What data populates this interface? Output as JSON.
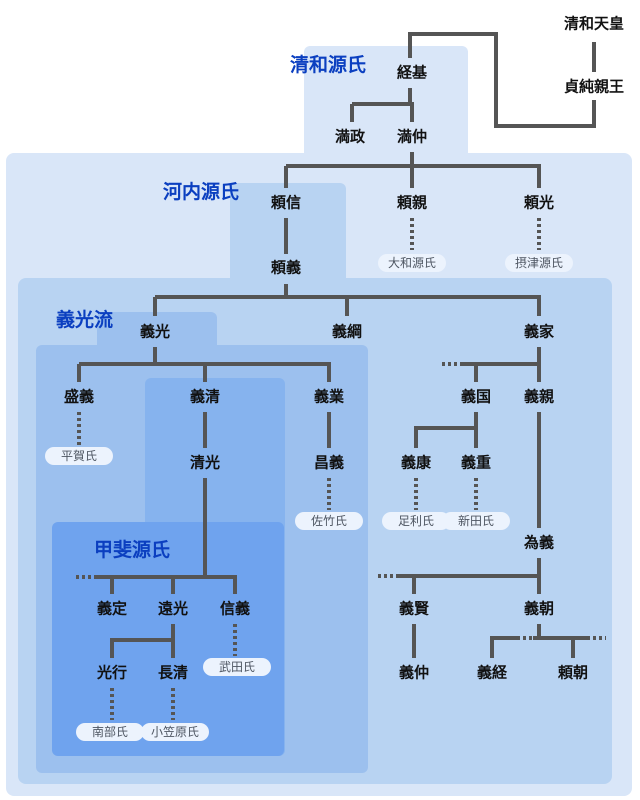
{
  "title": "",
  "colors": {
    "seiwa_bg": "#d9e6f8",
    "kawachi_bg": "#b8d3f2",
    "gikoryu_bg": "#9cc0ee",
    "gikoryu_inner": "#86b3ee",
    "kai_bg": "#6fa3ee",
    "line": "#555555",
    "title_text": "#0b3fc0",
    "badge_bg": "#ecf3fd"
  },
  "regions": {
    "seiwa": "清和源氏",
    "kawachi": "河内源氏",
    "gikoryu": "義光流",
    "kai": "甲斐源氏"
  },
  "people": {
    "seiwa_tenno": "清和天皇",
    "sadazumi": "貞純親王",
    "tsunemoto": "経基",
    "mitsumasa": "満政",
    "mitsunaka": "満仲",
    "yorinobu": "頼信",
    "yorichika": "頼親",
    "yorimitsu": "頼光",
    "yoriyoshi": "頼義",
    "yoshimitsu": "義光",
    "yoshitsuna": "義綱",
    "yoshiie": "義家",
    "moriyoshi": "盛義",
    "yoshikiyo": "義清",
    "yoshinari": "義業",
    "yoshikuni": "義国",
    "yoshichika": "義親",
    "kiyomitsu": "清光",
    "masayoshi": "昌義",
    "yoshiyasu": "義康",
    "yoshishige": "義重",
    "tameyoshi": "為義",
    "yoshisada": "義定",
    "tomitsu": "遠光",
    "nobuyoshi": "信義",
    "yoshikata": "義賢",
    "yoshitomo": "義朝",
    "mitsuyuki": "光行",
    "nagakiyo": "長清",
    "yoshinaka": "義仲",
    "yoshitsune": "義経",
    "yoritomo": "頼朝"
  },
  "clans": {
    "yamato": "大和源氏",
    "settsu": "摂津源氏",
    "hiraga": "平賀氏",
    "satake": "佐竹氏",
    "ashikaga": "足利氏",
    "nitta": "新田氏",
    "takeda": "武田氏",
    "nanbu": "南部氏",
    "ogasawara": "小笠原氏"
  }
}
